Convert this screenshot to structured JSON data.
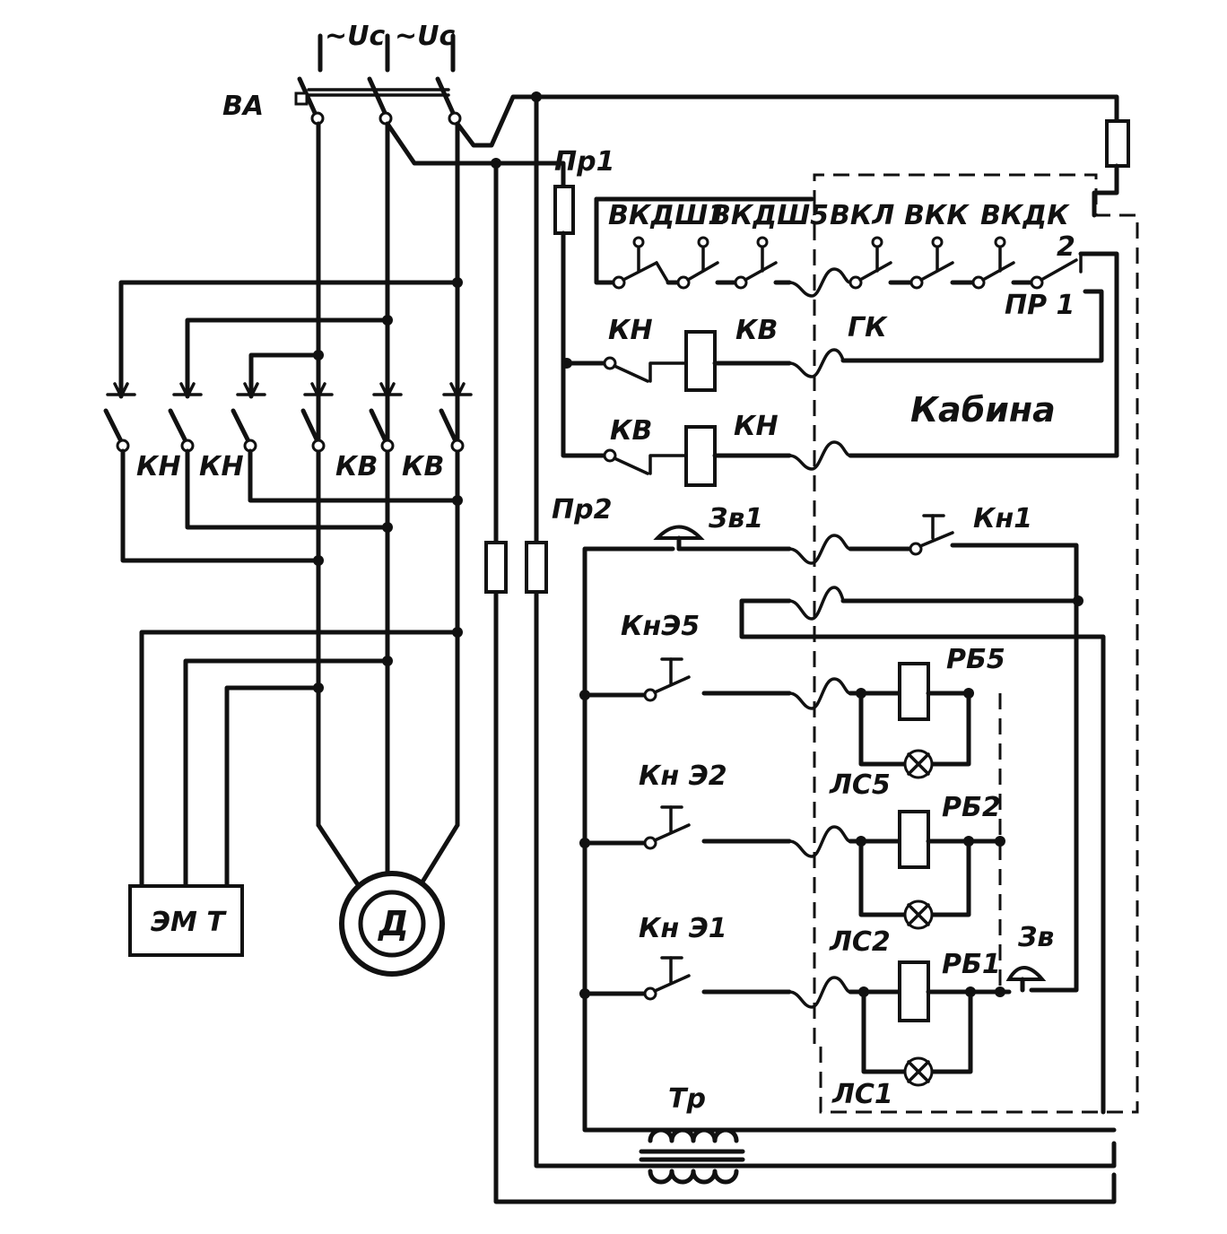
{
  "diagram": {
    "supply": {
      "phase_a": "~Uс",
      "phase_b": "~Uс"
    },
    "breaker": "ВА",
    "fuses": {
      "pr1_top": "Пр1",
      "pr2": "Пр2",
      "pr1_right": "ПР 1"
    },
    "contactors": [
      "КН",
      "КН",
      "КВ",
      "КВ"
    ],
    "door_switches": {
      "s1": "ВКДШ1",
      "s2": "ВКДШ5",
      "s3": "ВКЛ",
      "s4": "ВКК",
      "s5": "ВКДК",
      "s6": "2"
    },
    "coil_row1": {
      "contact": "КН",
      "coil": "КВ",
      "terminal": "ГК"
    },
    "coil_row2": {
      "contact": "КВ",
      "coil": "КН"
    },
    "cabin": "Кабина",
    "bell_top": "Зв1",
    "button_top": "Кн1",
    "call_buttons": [
      "КнЭ5",
      "Кн Э2",
      "Кн Э1"
    ],
    "relays": [
      "РБ5",
      "РБ2",
      "РБ1"
    ],
    "lamps": [
      "ЛС5",
      "ЛС2",
      "ЛС1"
    ],
    "bell_bottom": "Зв",
    "transformer": "Тр",
    "brake": "ЭМ Т",
    "motor": "Д"
  }
}
